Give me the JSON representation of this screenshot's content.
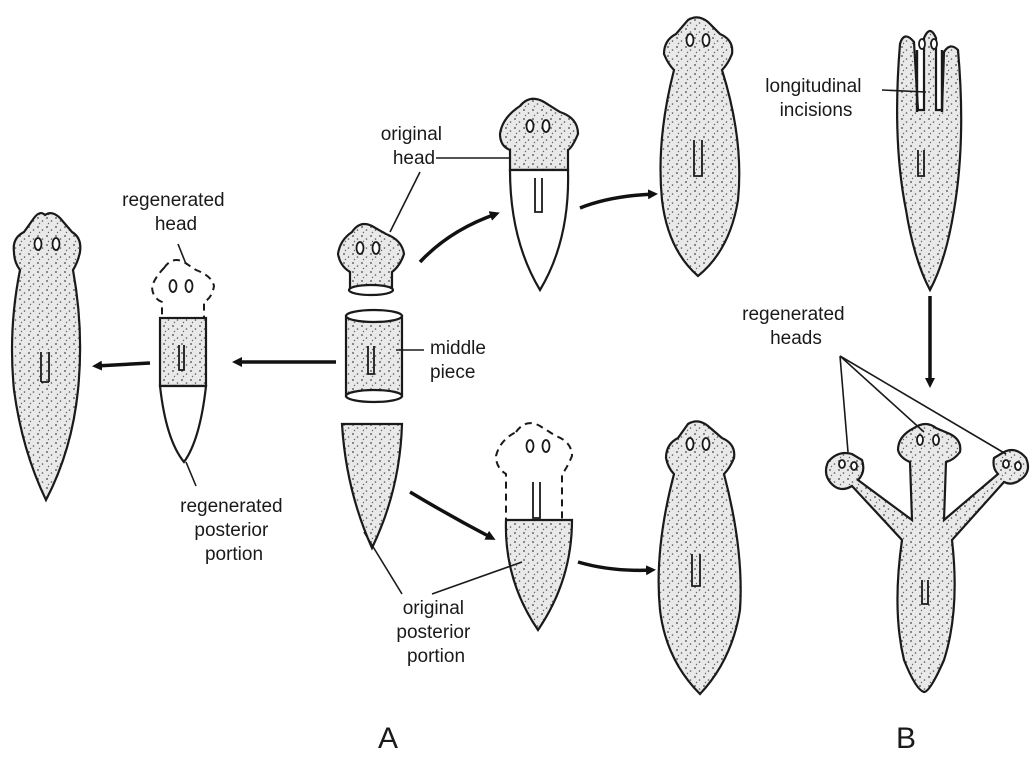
{
  "labels": {
    "original_head": [
      "original",
      "head"
    ],
    "regenerated_head": [
      "regenerated",
      "head"
    ],
    "middle_piece": [
      "middle",
      "piece"
    ],
    "regenerated_posterior": [
      "regenerated",
      "posterior",
      "portion"
    ],
    "original_posterior": [
      "original",
      "posterior",
      "portion"
    ],
    "longitudinal_incisions": [
      "longitudinal",
      "incisions"
    ],
    "regenerated_heads": [
      "regenerated",
      "heads"
    ]
  },
  "panels": {
    "a": "A",
    "b": "B"
  }
}
